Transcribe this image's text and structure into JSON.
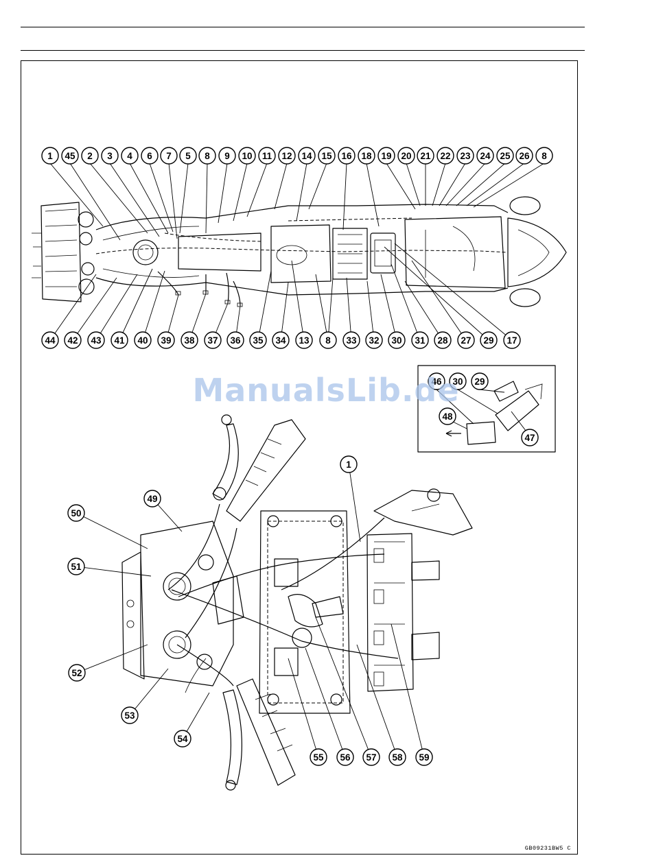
{
  "watermark": "ManualsLib.de",
  "figure_code": "GB09231BW5 C",
  "top_callouts_upper": [
    "1",
    "45",
    "2",
    "3",
    "4",
    "6",
    "7",
    "5",
    "8",
    "9",
    "10",
    "11",
    "12",
    "14",
    "15",
    "16",
    "18",
    "19",
    "20",
    "21",
    "22",
    "23",
    "24",
    "25",
    "26",
    "8"
  ],
  "top_callouts_lower": [
    "44",
    "42",
    "43",
    "41",
    "40",
    "39",
    "38",
    "37",
    "36",
    "35",
    "34",
    "13",
    "8",
    "33",
    "32",
    "30",
    "31",
    "28",
    "27",
    "29",
    "17"
  ],
  "inset_callouts": [
    "46",
    "30",
    "29",
    "48",
    "47"
  ],
  "bottom_callouts": [
    "1",
    "49",
    "50",
    "51",
    "52",
    "53",
    "54",
    "55",
    "56",
    "57",
    "58",
    "59"
  ]
}
